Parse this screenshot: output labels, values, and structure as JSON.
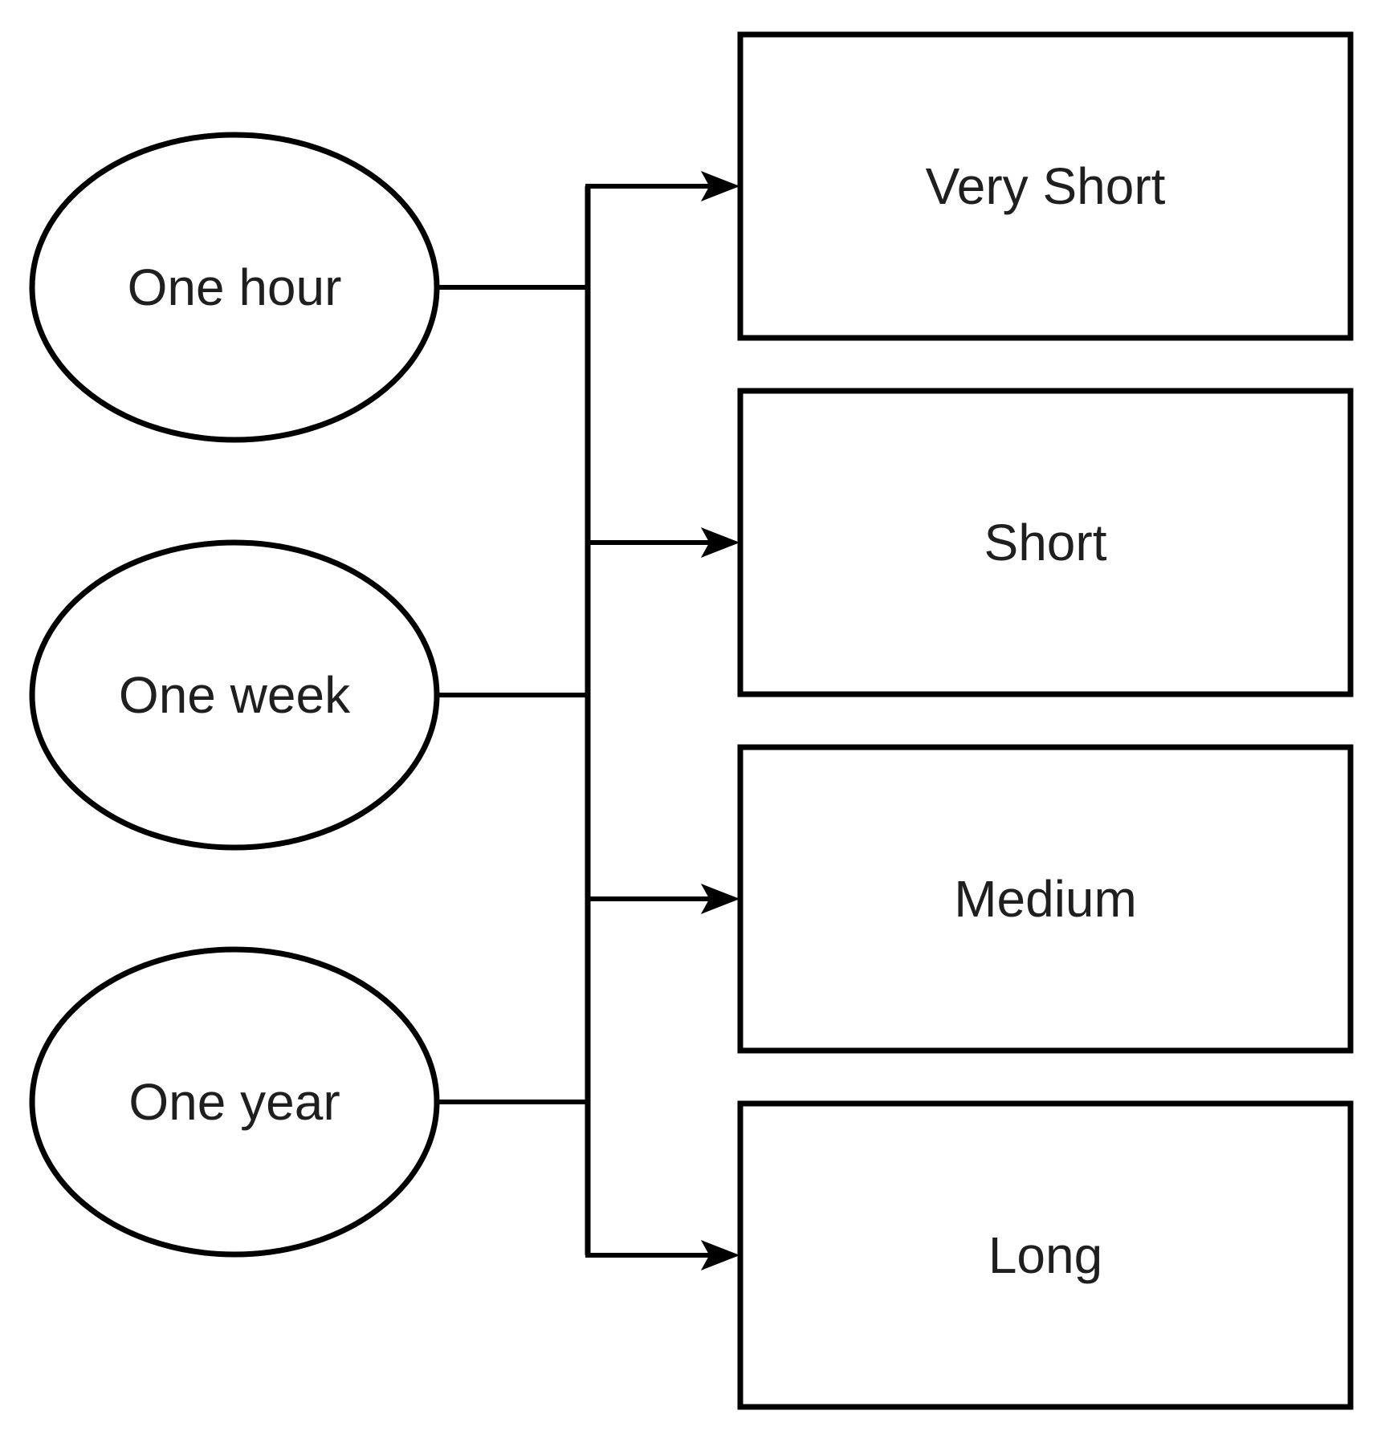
{
  "diagram": {
    "background": "#ffffff",
    "stroke_color": "#000000",
    "shape_fill": "#ffffff",
    "text_color": "#1f1f1f",
    "sources": [
      {
        "label": "One hour"
      },
      {
        "label": "One week"
      },
      {
        "label": "One year"
      }
    ],
    "targets": [
      {
        "label": "Very Short"
      },
      {
        "label": "Short"
      },
      {
        "label": "Medium"
      },
      {
        "label": "Long"
      }
    ]
  }
}
